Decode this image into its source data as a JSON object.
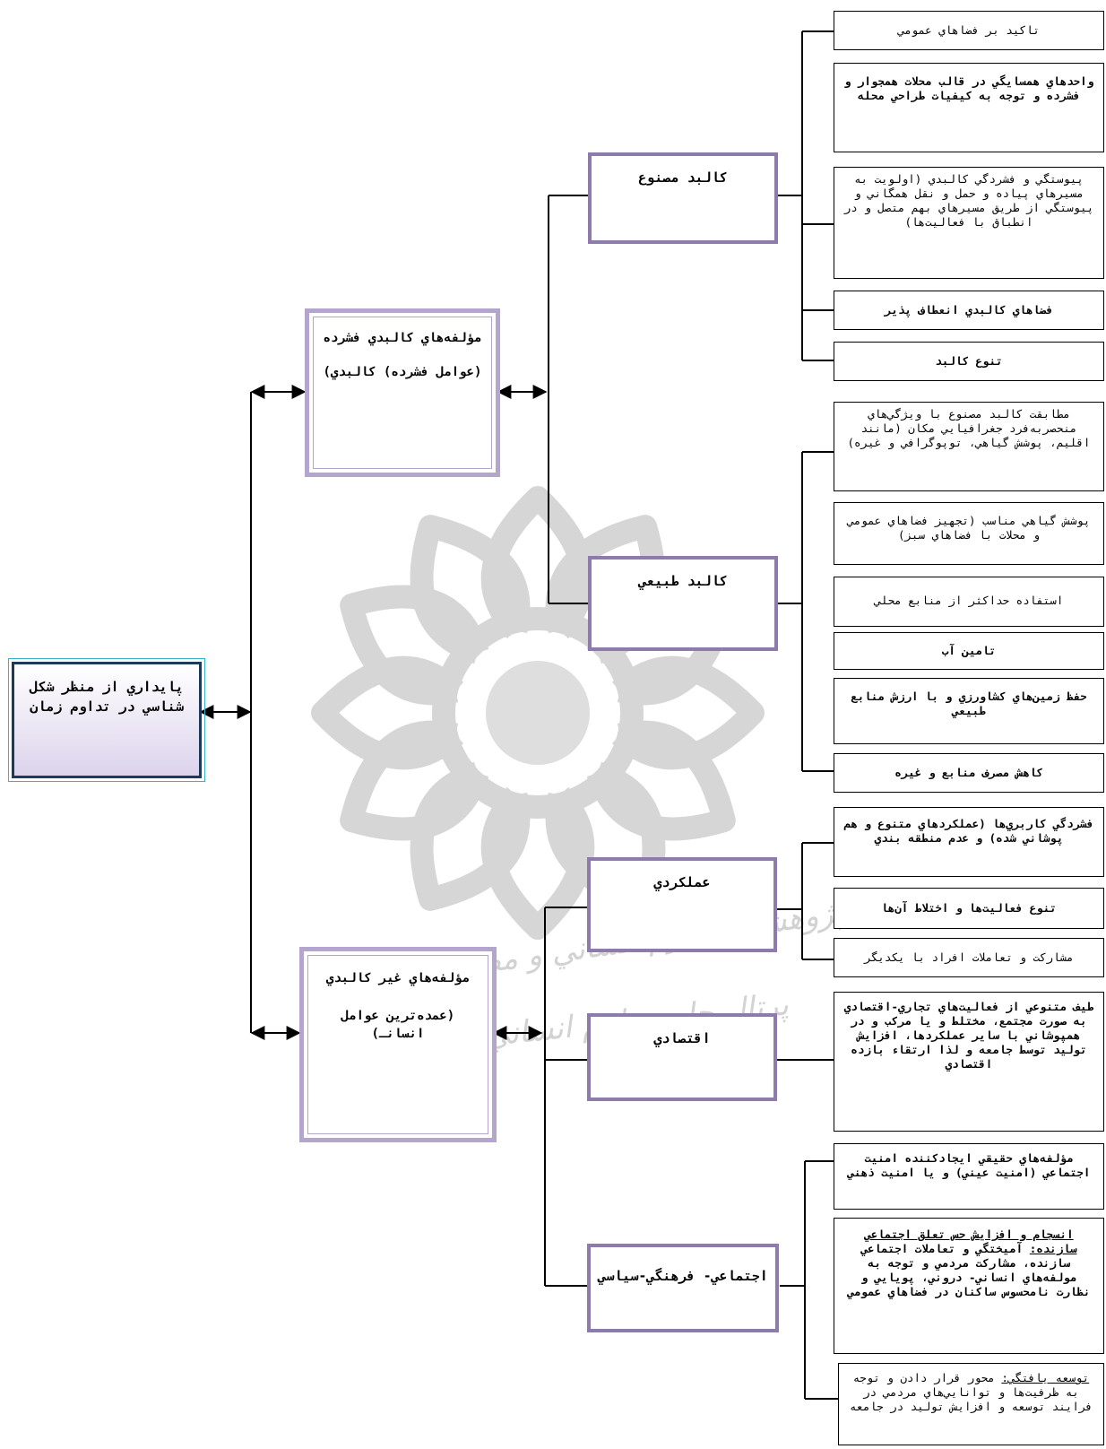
{
  "root": {
    "label": "پايداري از منظر شكل شناسي در تداوم زمان"
  },
  "groups": {
    "physical": {
      "line1": "مؤلفه‌هاي كالبدي فشرده",
      "line2": "(عوامل فشرده) كالبدي)"
    },
    "nonphysical": {
      "line1": "مؤلفه‌هاي غير كالبدي",
      "line2": "(عمده‌ترين عوامل انسانـ)"
    }
  },
  "categories": {
    "artificial": "كالبد مصنوع",
    "natural": "كالبد طبيعي",
    "functional": "عملكردي",
    "economic": "اقتصادي",
    "sociocultural": "اجتماعي- فرهنگي-سياسي"
  },
  "leaves": {
    "artificial": [
      "تاكيد بر فضاهاي عمومي",
      "واحدهاي همسايگي در قالب محلات همجوار و فشرده و توجه به كيفيات طراحي محله",
      "پيوستگي و فشردگي كالبدي (اولويت به مسيرهاي پياده و حمل و نقل همگاني و پيوستگي از طريق مسيرهاي بهم متصل و در انطباق با فعاليت‌ها)",
      "فضاهاي كالبدي انعطاف پذير",
      "تنوع كالبد"
    ],
    "natural": [
      "مطابقت كالبد مصنوع با ويژگي‌هاي منحصربه‌فرد جغرافيايي مكان (مانند اقليم، پوشش گياهي، توپوگرافي و غيره)",
      "پوشش گياهي مناسب (تجهيز فضاهاي عمومي و محلات با فضاهاي سبز)",
      "استفاده حداكثر از منابع محلي",
      "تامين آب",
      "حفظ زمين‌هاي كشاورزي و با ارزش منابع طبيعي",
      "كاهش مصرف منابع و غيره"
    ],
    "functional": [
      "فشردگي كاربري‌ها (عملكردهاي متنوع و هم پوشاني شده) و عدم منطقه بندي",
      "تنوع فعاليت‌ها و اختلاط آن‌ها",
      "مشاركت و تعاملات افراد با يكديگر"
    ],
    "economic": [
      "طيف متنوعي از فعاليت‌هاي تجاري-اقتصادي به صورت مجتمع، مختلط و يا مركب و در همپوشاني با ساير عملكردها، افزايش توليد توسط جامعه و لذا ارتقاء بازده اقتصادي"
    ],
    "sociocultural": [
      "مؤلفه‌هاي حقيقي ايجادكننده امنيت اجتماعي (امنيت عيني) و يا امنيت ذهني"
    ],
    "cohesion": {
      "title": "انسجام و افزايش حس تعلق اجتماعي سازنده:",
      "body": "آميختگي و تعاملات اجتماعي سازنده، مشاركت مردمي و توجه به مولفه‌هاي انساني- دروني، پويايي و نظارت نامحسوس ساكنان در فضاهاي عمومي"
    },
    "development": {
      "title": "توسعه يافتگي:",
      "body": "محور قرار دادن و توجه به ظرفيت‌ها و توانايي‌هاي مردمي در فرايند توسعه و افزايش توليد در جامعه"
    }
  },
  "watermark": {
    "line1": "پژوهشگاه علوم انساني و مطالعات فرهنگي",
    "line2": "پرتال جامع علوم انساني"
  },
  "colors": {
    "box_border": "#8c7bab",
    "group_border": "#b3a5cc",
    "root_border": "#1e3a5a",
    "watermark": "#d6d6d6"
  }
}
